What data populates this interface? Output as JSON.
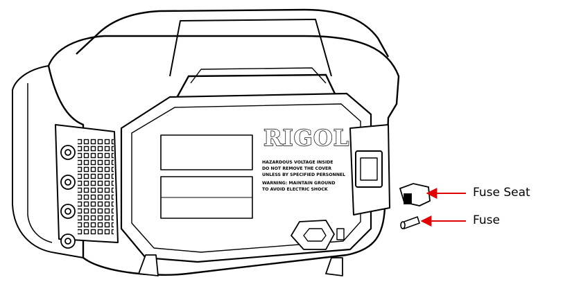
{
  "callouts": {
    "fuse_seat": "Fuse Seat",
    "fuse": "Fuse"
  },
  "device": {
    "brand": "RIGOL",
    "warning_lines": [
      "HAZARDOUS VOLTAGE INSIDE",
      "DO NOT REMOVE THE COVER",
      "UNLESS BY SPECIFIED PERSONNEL",
      "WARNING: MAINTAIN GROUND",
      "TO AVOID ELECTRIC SHOCK"
    ]
  },
  "colors": {
    "outline": "#000000",
    "arrow": "#e00000",
    "background": "#ffffff"
  }
}
